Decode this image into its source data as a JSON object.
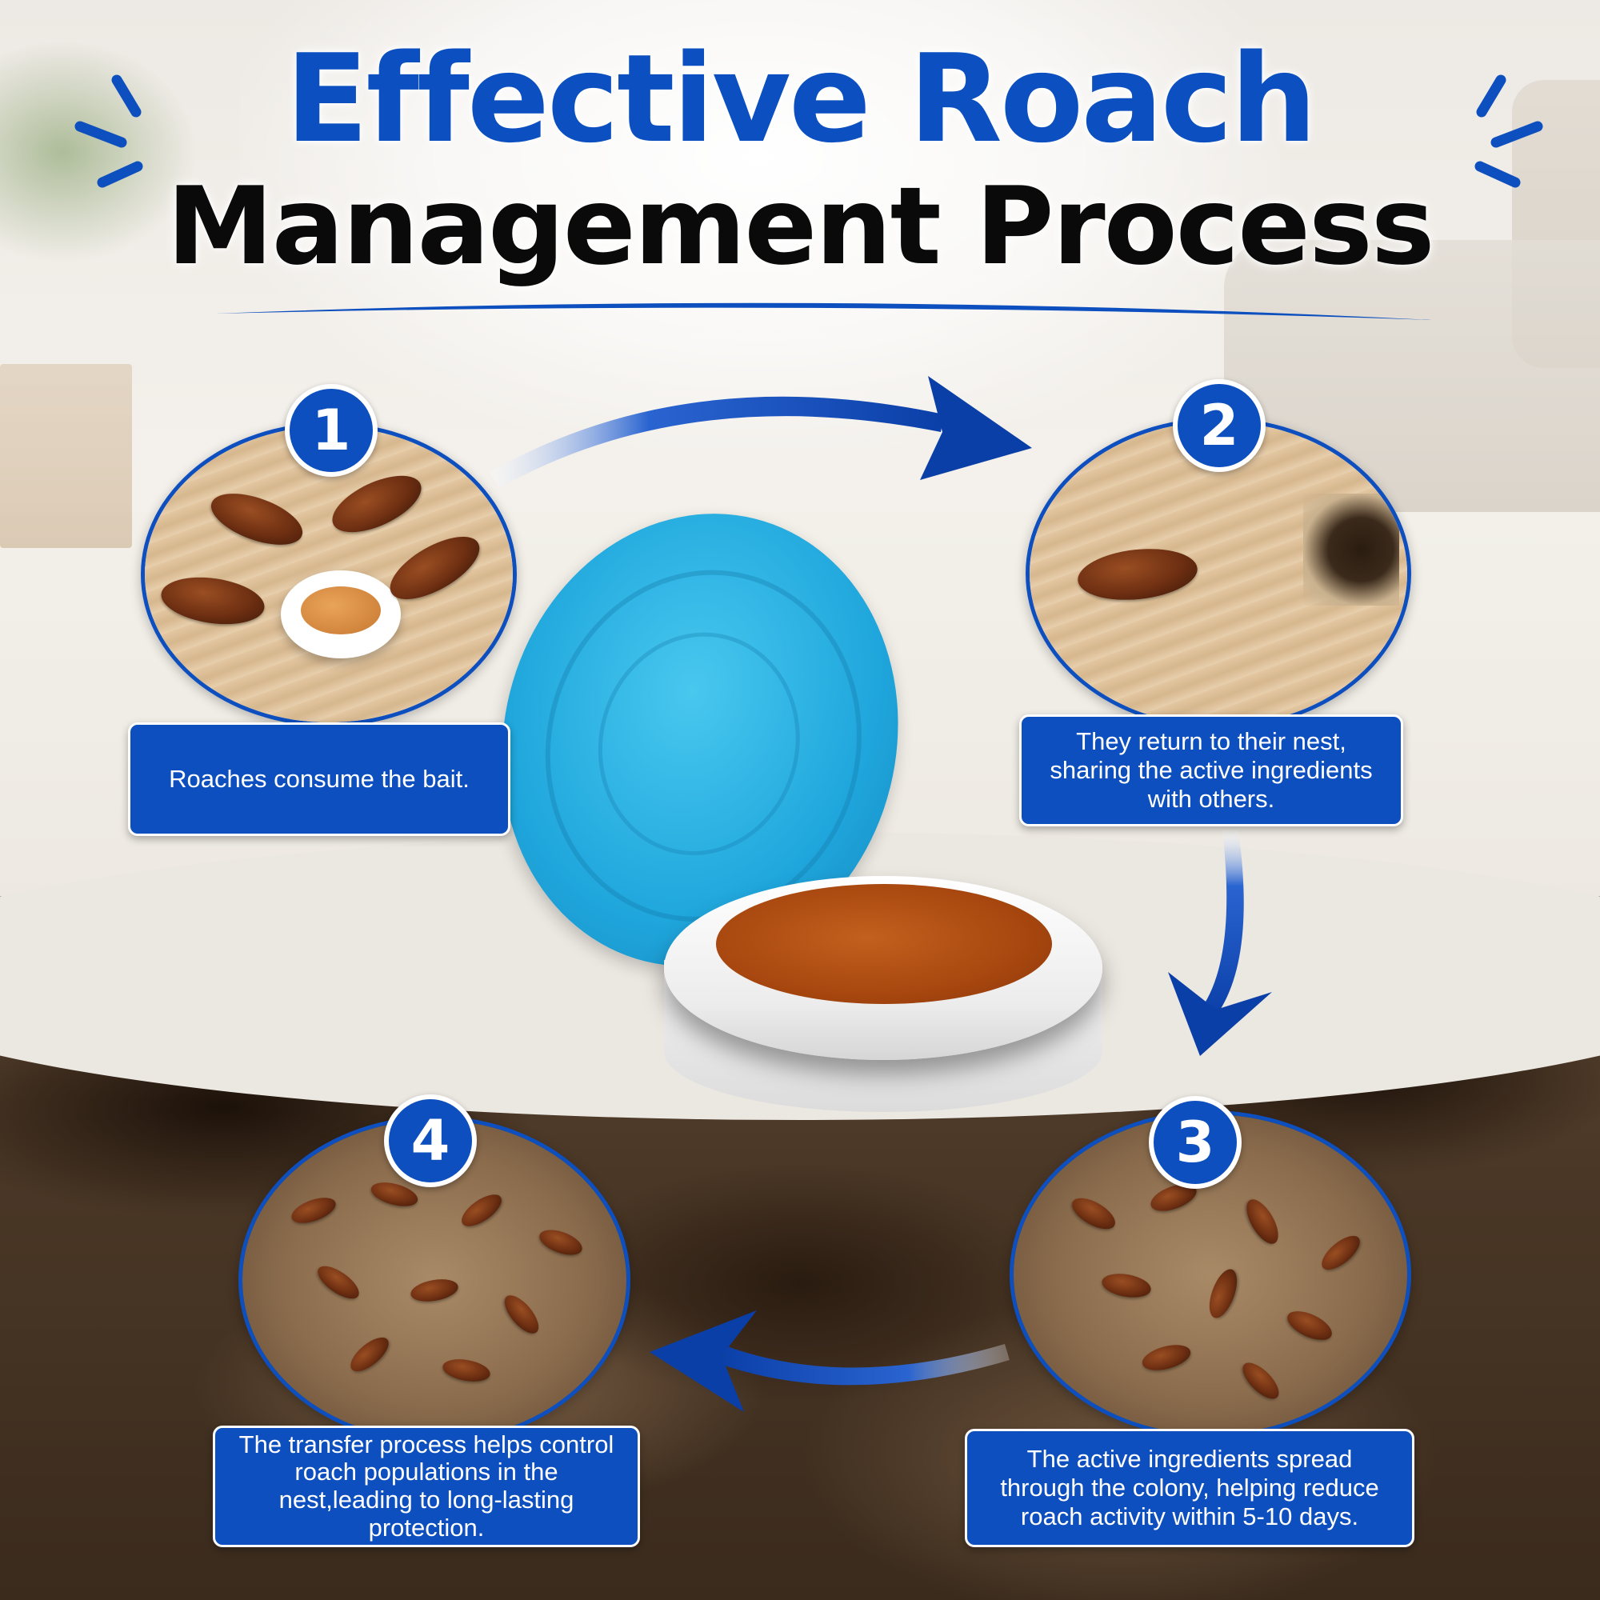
{
  "header": {
    "title_line1": "Effective Roach",
    "title_line2": "Management Process"
  },
  "steps": [
    {
      "number": "1",
      "caption": "Roaches consume the bait."
    },
    {
      "number": "2",
      "caption": "They return to their nest, sharing the active ingredients with others."
    },
    {
      "number": "3",
      "caption": "The active ingredients spread through the colony, helping reduce roach activity within 5-10 days."
    },
    {
      "number": "4",
      "caption": "The transfer process helps control roach populations in the nest,leading to long-lasting protection."
    }
  ],
  "colors": {
    "brand_blue": "#0d4fbe",
    "title_blue": "#0b4fc0",
    "lid_blue": "#1fa6dc",
    "gel_amber": "#a8470f"
  },
  "icons": [
    "burst-lines-icon",
    "curved-arrow-icon"
  ]
}
